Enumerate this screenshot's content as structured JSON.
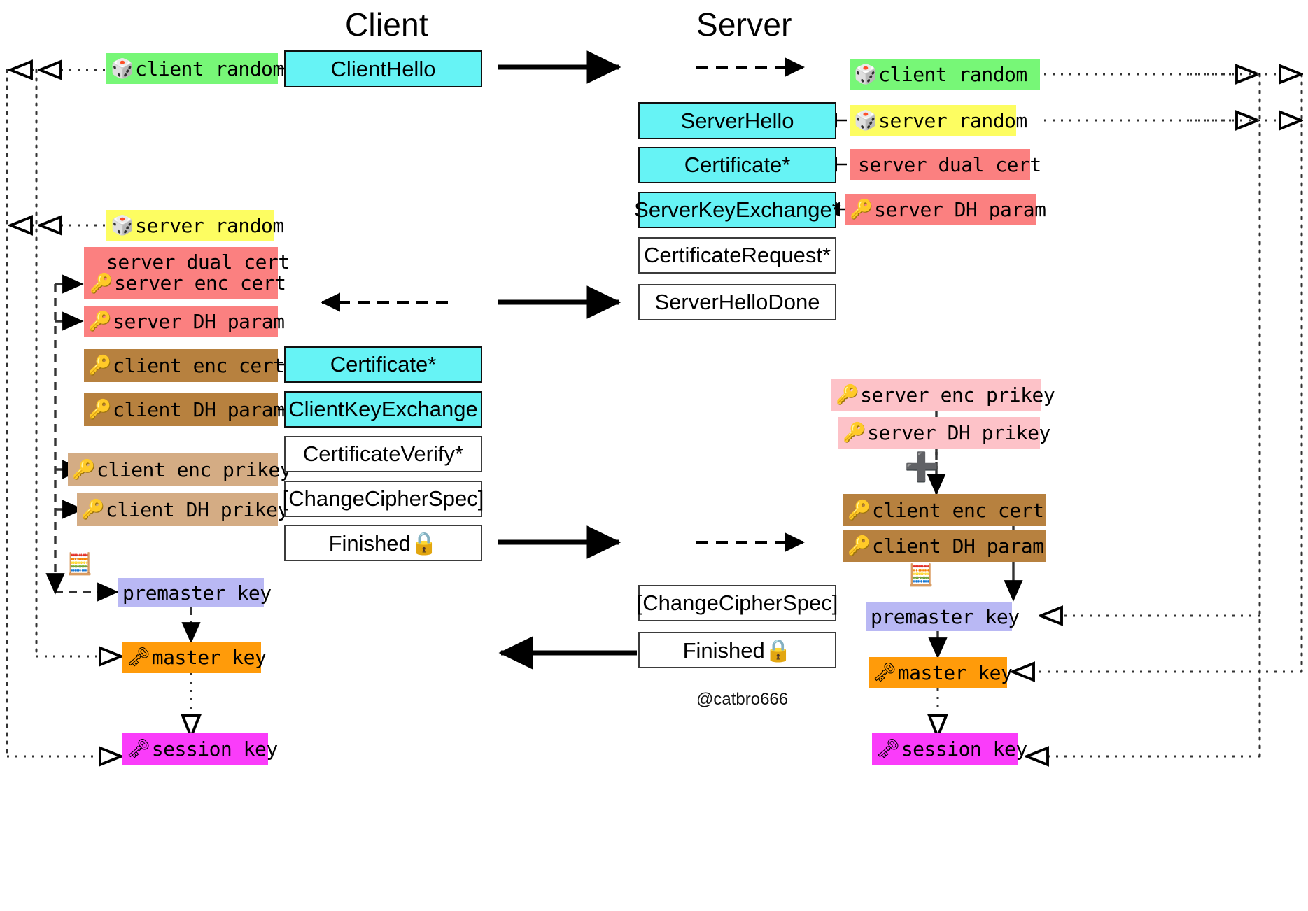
{
  "titles": {
    "client": "Client",
    "server": "Server"
  },
  "watermark": "@catbro666",
  "icons": {
    "dice": "🎲",
    "key": "🔑",
    "oldkey": "🗝",
    "lock": "🔒",
    "abacus": "🧮",
    "plus": "➕"
  },
  "colors": {
    "cyan": "#66f3f5",
    "green": "#77f777",
    "yellow": "#fdfd61",
    "salmon": "#fb8080",
    "pink": "#fdc2c8",
    "brown_dark": "#b7813f",
    "brown_light": "#d4ac84",
    "lavender": "#b9b8f4",
    "orange": "#ff9b0a",
    "magenta": "#fa3cfa",
    "box_border": "#3b3b3b"
  },
  "client_messages": [
    {
      "label": "ClientHello",
      "style": "cyan"
    },
    {
      "label": "Certificate*",
      "style": "cyan"
    },
    {
      "label": "ClientKeyExchange",
      "style": "cyan"
    },
    {
      "label": "CertificateVerify*",
      "style": "plain"
    },
    {
      "label": "[ChangeCipherSpec]",
      "style": "plain"
    },
    {
      "label": "Finished🔒",
      "style": "plain"
    }
  ],
  "server_messages": [
    {
      "label": "ServerHello",
      "style": "cyan"
    },
    {
      "label": "Certificate*",
      "style": "cyan"
    },
    {
      "label": "ServerKeyExchange*",
      "style": "cyan"
    },
    {
      "label": "CertificateRequest*",
      "style": "plain"
    },
    {
      "label": "ServerHelloDone",
      "style": "plain"
    },
    {
      "label": "[ChangeCipherSpec]",
      "style": "plain"
    },
    {
      "label": "Finished🔒",
      "style": "plain"
    }
  ],
  "client_left_chips": [
    {
      "text": "client random",
      "icon": "🎲",
      "style": "green"
    },
    {
      "text": "server random",
      "icon": "🎲",
      "style": "yellow"
    },
    {
      "text": "server dual cert",
      "icon": "",
      "style": "salmon"
    },
    {
      "text": "server enc cert",
      "icon": "🔑",
      "style": "salmon"
    },
    {
      "text": "server DH param",
      "icon": "🔑",
      "style": "salmon"
    },
    {
      "text": "client enc cert",
      "icon": "🔑",
      "style": "brown-dark"
    },
    {
      "text": "client DH param",
      "icon": "🔑",
      "style": "brown-dark"
    },
    {
      "text": "client enc prikey",
      "icon": "🔑",
      "style": "brown-light"
    },
    {
      "text": "client DH prikey",
      "icon": "🔑",
      "style": "brown-light"
    },
    {
      "text": "premaster key",
      "icon": "",
      "style": "lavender"
    },
    {
      "text": "master key",
      "icon": "🗝",
      "style": "orange"
    },
    {
      "text": "session key",
      "icon": "🗝",
      "style": "magenta"
    }
  ],
  "server_right_chips": [
    {
      "text": "client random",
      "icon": "🎲",
      "style": "green"
    },
    {
      "text": "server random",
      "icon": "🎲",
      "style": "yellow"
    },
    {
      "text": "server dual cert",
      "icon": "",
      "style": "salmon"
    },
    {
      "text": "server DH param",
      "icon": "🔑",
      "style": "salmon"
    },
    {
      "text": "server enc prikey",
      "icon": "🔑",
      "style": "pink"
    },
    {
      "text": "server DH prikey",
      "icon": "🔑",
      "style": "pink"
    },
    {
      "text": "client enc cert",
      "icon": "🔑",
      "style": "brown-dark"
    },
    {
      "text": "client DH param",
      "icon": "🔑",
      "style": "brown-dark"
    },
    {
      "text": "premaster key",
      "icon": "",
      "style": "lavender"
    },
    {
      "text": "master key",
      "icon": "🗝",
      "style": "orange"
    },
    {
      "text": "session key",
      "icon": "🗝",
      "style": "magenta"
    }
  ]
}
